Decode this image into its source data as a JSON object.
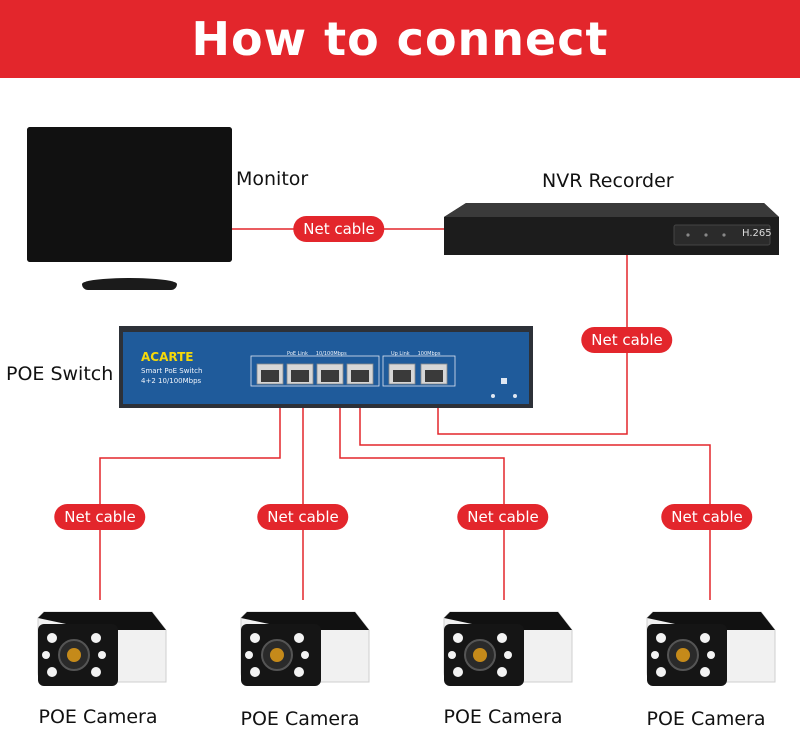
{
  "title": "How to connect",
  "devices": {
    "monitor": "Monitor",
    "nvr": "NVR Recorder",
    "nvr_badge": "H.265",
    "switch": "POE Switch",
    "switch_brand": "ACARTE",
    "switch_model": "Smart PoE Switch",
    "switch_spec": "4+2 10/100Mbps",
    "switch_group1": "PoE Link     10/100Mbps",
    "switch_group2": "Up Link     100Mbps"
  },
  "cable_label": "Net cable",
  "cameras": [
    "POE Camera",
    "POE Camera",
    "POE Camera",
    "POE Camera"
  ],
  "colors": {
    "accent": "#e3262c",
    "switch_blue": "#1f5b9b"
  }
}
